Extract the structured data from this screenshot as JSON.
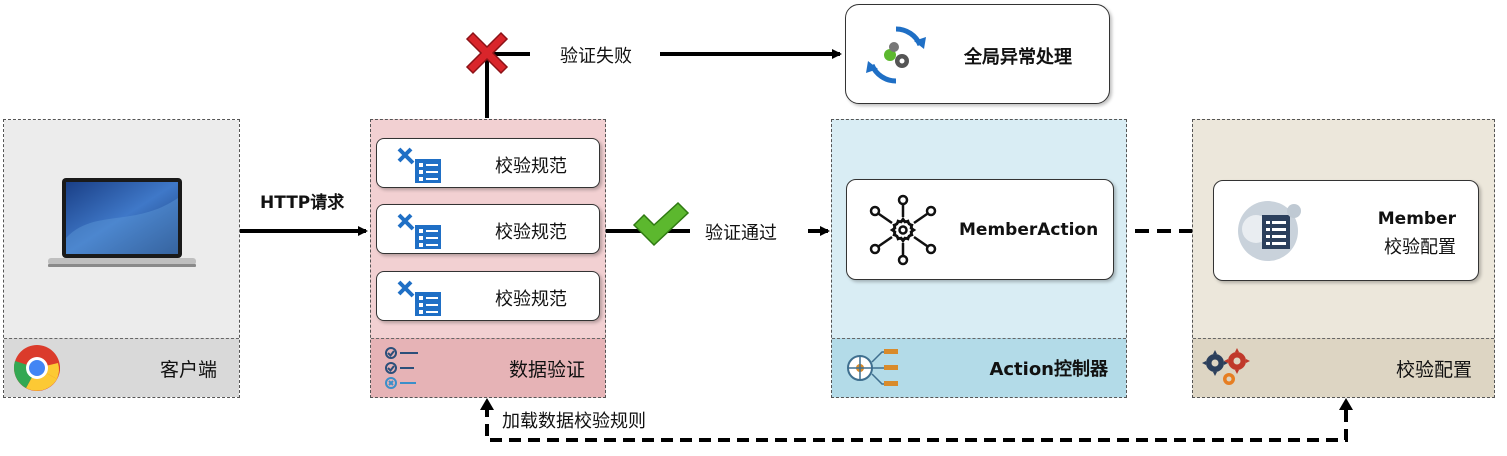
{
  "client": {
    "label": "客户端",
    "bg": "#ececec",
    "footer_bg": "#d9d9d9"
  },
  "validation": {
    "label": "数据验证",
    "bg": "#f2d0d2",
    "footer_bg": "#e6b3b6",
    "rules": [
      {
        "label": "校验规范"
      },
      {
        "label": "校验规范"
      },
      {
        "label": "校验规范"
      }
    ]
  },
  "controller": {
    "label": "Action控制器",
    "bg": "#d9edf4",
    "footer_bg": "#b3dbe8",
    "card": {
      "label": "MemberAction"
    }
  },
  "config": {
    "label": "校验配置",
    "bg": "#ece7db",
    "footer_bg": "#ddd5c3",
    "card": {
      "line1": "Member",
      "line2": "校验配置"
    }
  },
  "global_handler": {
    "label": "全局异常处理"
  },
  "edges": {
    "http": "HTTP请求",
    "fail": "验证失败",
    "pass": "验证通过",
    "load": "加载数据校验规则"
  },
  "colors": {
    "accent_blue": "#1f6fc5",
    "check_green": "#5cb82e",
    "cross_red": "#d9252b",
    "gear_red": "#c0392b"
  }
}
